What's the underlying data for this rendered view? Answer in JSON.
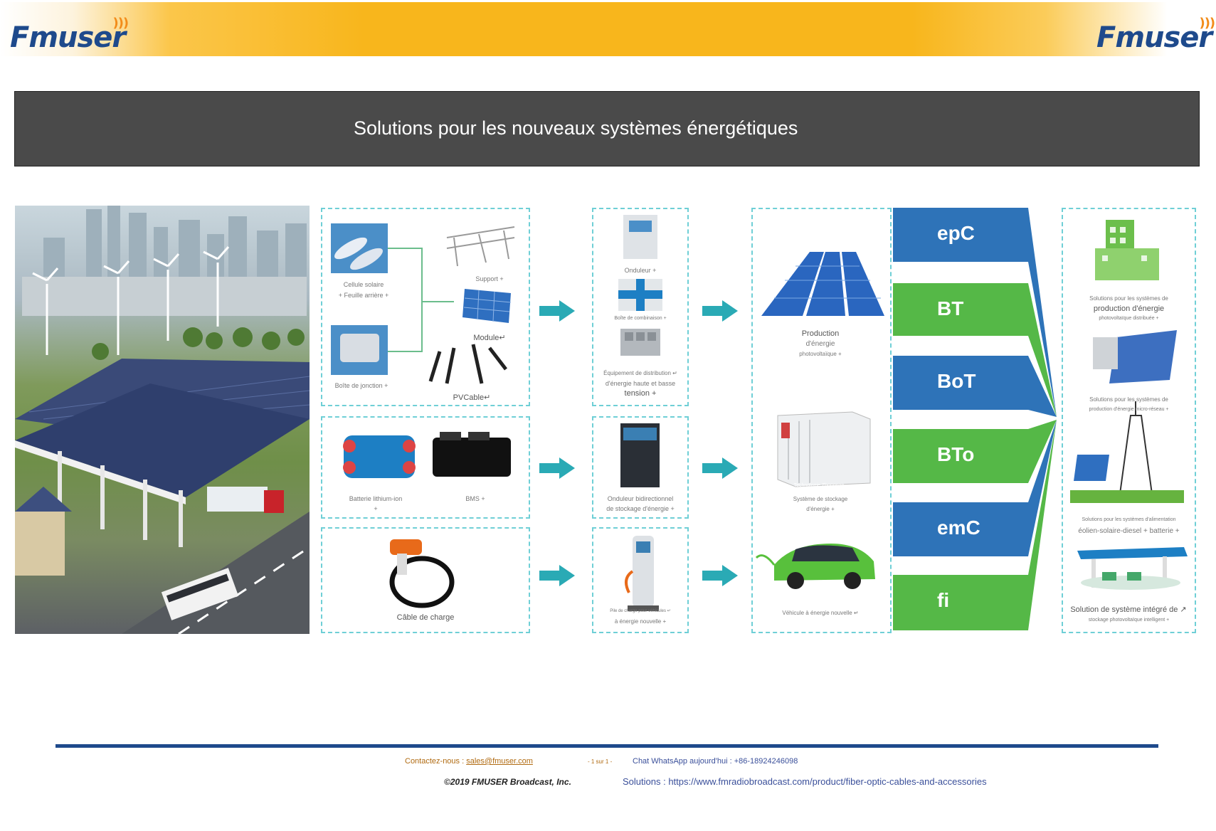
{
  "header": {
    "logo_left": "Fmuser",
    "logo_right": "Fmuser"
  },
  "title": "Solutions pour les nouveaux systèmes énergétiques",
  "components": {
    "cellule": "Cellule solaire",
    "feuille": "+ Feuille arrière +",
    "support": "Support +",
    "module": "Module↵",
    "boite_jonction": "Boîte de jonction +",
    "pvcable": "PVCable↵",
    "onduleur": "Onduleur +",
    "boite_combinaison": "Boîte de combinaison +",
    "equipement_1": "Équipement de distribution ↵",
    "equipement_2": "d'énergie haute et basse",
    "equipement_3": "tension +",
    "batterie": "Batterie lithium-ion",
    "batterie_plus": "+",
    "bms": "BMS +",
    "onduleur_bidir_1": "Onduleur bidirectionnel",
    "onduleur_bidir_2": "de stockage d'énergie +",
    "cable_charge": "Câble de charge",
    "pile_1": "Pile de charge pour véhicules ↵",
    "pile_2": "à énergie nouvelle +"
  },
  "applications": {
    "production_1": "Production",
    "production_2": "d'énergie",
    "production_3": "photovoltaïque +",
    "stockage_1": "Système de stockage",
    "stockage_2": "d'énergie +",
    "vehicule": "Véhicule à énergie nouvelle ↵",
    "container_label": "Technologie Zhongnan"
  },
  "bands": [
    {
      "label": "epC",
      "color": "#2e73b8"
    },
    {
      "label": "BT",
      "color": "#55b847"
    },
    {
      "label": "BoT",
      "color": "#2e73b8"
    },
    {
      "label": "BTo",
      "color": "#55b847"
    },
    {
      "label": "emC",
      "color": "#2e73b8"
    },
    {
      "label": "fi",
      "color": "#55b847"
    }
  ],
  "solutions": {
    "s1_1": "Solutions pour les systèmes de",
    "s1_2": "production d'énergie",
    "s1_3": "photovoltaïque distribuée +",
    "s2_1": "Solutions pour les systèmes de",
    "s2_2": "production d'énergie micro-réseau +",
    "s3_1": "Solutions pour les systèmes d'alimentation",
    "s3_2": "éolien-solaire-diesel + batterie +",
    "s4_1": "Solution de système intégré de ↗",
    "s4_2": "stockage photovoltaïque intelligent +"
  },
  "footer": {
    "contact_label": "Contactez-nous : ",
    "email": "sales@fmuser.com",
    "page": "- 1 sur 1 -",
    "whatsapp": "Chat WhatsApp aujourd'hui : +86-18924246098",
    "copyright": "©2019 FMUSER Broadcast, Inc.",
    "solutions_label": "Solutions : ",
    "solutions_url": "https://www.fmradiobroadcast.com/product/fiber-optic-cables-and-accessories"
  },
  "colors": {
    "brand_blue": "#1e4a8c",
    "banner_orange": "#f8b61c",
    "title_bg": "#4a4a4a",
    "teal": "#2aaab5",
    "band_blue": "#2e73b8",
    "band_green": "#55b847"
  }
}
